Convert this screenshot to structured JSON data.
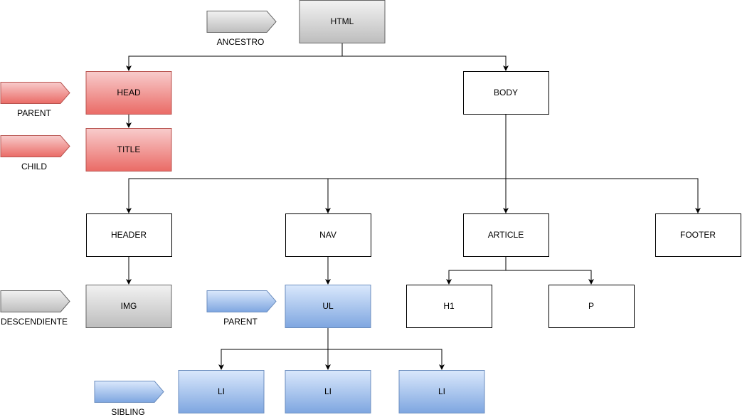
{
  "colors": {
    "white": "#ffffff",
    "gray_top": "#f2f2f2",
    "gray_bottom": "#bdbdbd",
    "gray_stroke": "#666666",
    "red_top": "#f8cccc",
    "red_bottom": "#ea6b66",
    "red_stroke": "#b85450",
    "blue_top": "#dae8fc",
    "blue_bottom": "#7ea6e0",
    "blue_stroke": "#6c8ebf"
  },
  "nodes": {
    "html": "HTML",
    "head": "HEAD",
    "body": "BODY",
    "title": "TITLE",
    "header": "HEADER",
    "nav": "NAV",
    "article": "ARTICLE",
    "footer": "FOOTER",
    "img": "IMG",
    "ul": "UL",
    "h1": "H1",
    "p": "P",
    "li_1": "LI",
    "li_2": "LI",
    "li_3": "LI"
  },
  "tags": {
    "ancestro": "ANCESTRO",
    "parent_head": "PARENT",
    "child": "CHILD",
    "descendiente": "DESCENDIENTE",
    "parent_ul": "PARENT",
    "sibling": "SIBLING"
  }
}
